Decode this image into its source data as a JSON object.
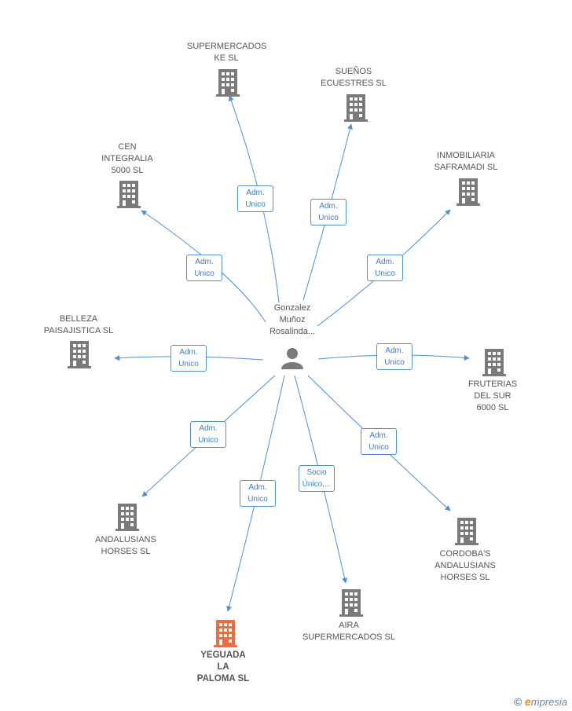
{
  "center": {
    "name": "Gonzalez\nMuñoz\nRosalinda...",
    "icon": "person-icon"
  },
  "colors": {
    "edge": "#4a8fd8",
    "building": "#7a7a7a",
    "building_highlight": "#f26a3d",
    "center_icon": "#7a7a7a"
  },
  "nodes": [
    {
      "id": "supermercados-ke",
      "label": "SUPERMERCADOS\nKE SL",
      "role": "Adm.\nUnico",
      "highlight": false
    },
    {
      "id": "suenos-ecuestres",
      "label": "SUEÑOS\nECUESTRES SL",
      "role": "Adm.\nUnico",
      "highlight": false
    },
    {
      "id": "cen-integralia",
      "label": "CEN\nINTEGRALIA\n5000  SL",
      "role": "Adm.\nUnico",
      "highlight": false
    },
    {
      "id": "inmobiliaria-saframadi",
      "label": "INMOBILIARIA\nSAFRAMADI SL",
      "role": "Adm.\nUnico",
      "highlight": false
    },
    {
      "id": "belleza-paisajistica",
      "label": "BELLEZA\nPAISAJISTICA SL",
      "role": "Adm.\nUnico",
      "highlight": false
    },
    {
      "id": "fruterias-del-sur",
      "label": "FRUTERIAS\nDEL SUR\n6000  SL",
      "role": "Adm.\nUnico",
      "highlight": false
    },
    {
      "id": "andalusians-horses",
      "label": "ANDALUSIANS\nHORSES SL",
      "role": "Adm.\nUnico",
      "highlight": false
    },
    {
      "id": "cordobas-andalusians",
      "label": "CORDOBA'S\nANDALUSIANS\nHORSES SL",
      "role": "Adm.\nUnico",
      "highlight": false
    },
    {
      "id": "aira-supermercados",
      "label": "AIRA\nSUPERMERCADOS SL",
      "role": "Socio\nÚnico,...",
      "highlight": false
    },
    {
      "id": "yeguada-la-paloma",
      "label": "YEGUADA\nLA\nPALOMA SL",
      "role": "Adm.\nUnico",
      "highlight": true
    }
  ],
  "brand": {
    "copyright": "©",
    "e": "e",
    "rest": "mpresia"
  }
}
